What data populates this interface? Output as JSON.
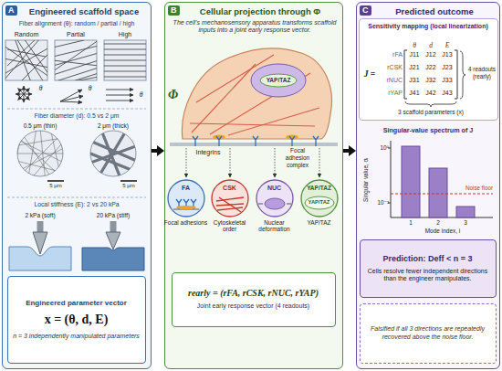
{
  "diagram": {
    "nodes": [
      {
        "text": [
          "A",
          "Engineered scaffold space"
        ]
      },
      {
        "text": [
          "Engineered parameter vector",
          "x = (θ, d, E)",
          "n = 3 independently manipulated parameters"
        ],
        "in": 0
      },
      {
        "text": [
          "B",
          "Cellular projection through Φ",
          "The cell's mechanosensory apparatus transforms scaffold inputs into a joint early response vector."
        ]
      },
      {
        "text": [
          "FA",
          "Focal adhesions"
        ],
        "in": 2
      },
      {
        "text": [
          "CSK",
          "Cytoskeletal order"
        ],
        "in": 2
      },
      {
        "text": [
          "NUC",
          "Nuclear deformation"
        ],
        "in": 2
      },
      {
        "text": [
          "YAP/TAZ",
          "YAP/TAZ",
          "YAP/TAZ"
        ],
        "in": 2
      },
      {
        "text": [
          "rearly = (rFA, rCSK, rNUC, rYAP)",
          "Joint early response vector (4 readouts)"
        ],
        "in": 2
      },
      {
        "text": [
          "C",
          "Predicted outcome"
        ]
      },
      {
        "text": [
          "Sensitivity mapping (local linearization)"
        ],
        "in": 8
      },
      {
        "text": [
          "Prediction: Deff < n = 3",
          "Cells resolve fewer independent directions than the engineer manipulates."
        ],
        "in": 8
      },
      {
        "text": [
          "Falsified if all 3 directions are repeatedly recovered above the noise floor."
        ],
        "in": 8
      }
    ],
    "edges": [
      {
        "from": 0,
        "to": 2,
        "arrow": "to"
      },
      {
        "from": 2,
        "to": 8,
        "arrow": "to"
      }
    ],
    "labels": [
      "Fiber alignment (θ): random / partial / high",
      "Random",
      "Partial",
      "High",
      "θ",
      "θ",
      "θ",
      "Fiber diameter (d): 0.5 vs 2 μm",
      "0.5 μm (thin)",
      "2 μm (thick)",
      "5 μm",
      "5 μm",
      "Local stiffness (E): 2 vs 20 kPa",
      "2 kPa (soft)",
      "20 kPa (stiff)",
      "Φ",
      "YAP/TAZ",
      "Integrins",
      "Focal adhesion complex",
      "J =",
      "θ",
      "d",
      "E",
      "rFA",
      "rCSK",
      "rNUC",
      "rYAP",
      "J11",
      "J12",
      "J13",
      "J21",
      "J22",
      "J23",
      "J31",
      "J32",
      "J33",
      "J41",
      "J42",
      "J43",
      "4 readouts (rearly)",
      "3 scaffold parameters (x)",
      "Singular-value spectrum of J",
      "Singular value, σᵢ",
      "10⁰",
      "10⁻³",
      "1",
      "2",
      "3",
      "Mode index, i",
      "Noise floor"
    ]
  }
}
